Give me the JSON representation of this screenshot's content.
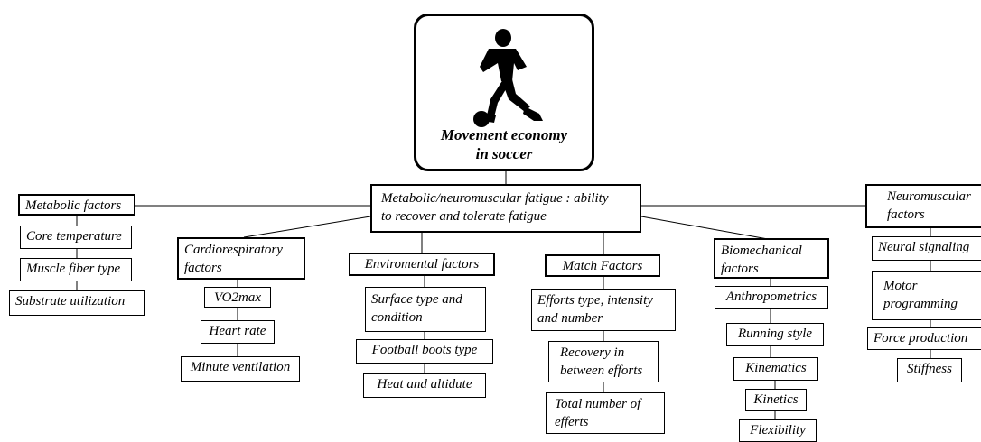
{
  "root": {
    "line1": "Movement economy",
    "line2": "in soccer"
  },
  "hub": {
    "line1": "Metabolic/neuromuscular fatigue : ability",
    "line2": "to recover and tolerate fatigue"
  },
  "metabolic": {
    "title": "Metabolic factors",
    "items": [
      "Core temperature",
      "Muscle fiber type",
      "Substrate utilization"
    ]
  },
  "cardio": {
    "title1": "Cardiorespiratory",
    "title2": "factors",
    "items": [
      "VO2max",
      "Heart rate",
      "Minute ventilation"
    ]
  },
  "environmental": {
    "title": "Enviromental factors",
    "items": [
      {
        "line1": "Surface type and",
        "line2": "condition"
      },
      "Football boots type",
      "Heat and altidute"
    ]
  },
  "match": {
    "title": "Match Factors",
    "items": [
      {
        "line1": "Efforts type, intensity",
        "line2": "and number"
      },
      {
        "line1": "Recovery in",
        "line2": "between efforts"
      },
      {
        "line1": "Total number of",
        "line2": "efferts"
      }
    ]
  },
  "biomech": {
    "title1": "Biomechanical",
    "title2": "factors",
    "items": [
      "Anthropometrics",
      "Running style",
      "Kinematics",
      "Kinetics",
      "Flexibility"
    ]
  },
  "neuro": {
    "title1": "Neuromuscular",
    "title2": "factors",
    "items": [
      "Neural signaling",
      {
        "line1": "Motor",
        "line2": "programming"
      },
      "Force production",
      "Stiffness"
    ]
  }
}
